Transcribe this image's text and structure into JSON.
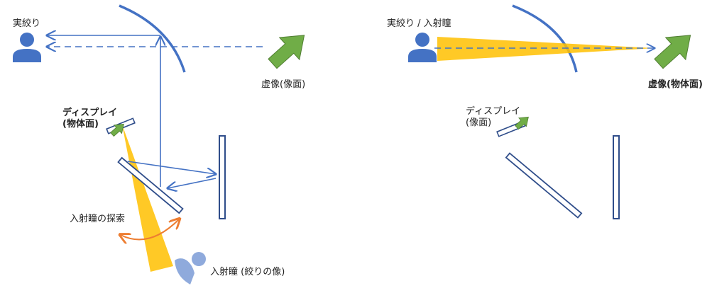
{
  "left": {
    "labels": {
      "real_aperture": "実絞り",
      "virtual_image": "虚像(像面)",
      "display_line1": "ディスプレイ",
      "display_line2": "(物体面)",
      "pupil_search": "入射瞳の探索",
      "entrance_pupil": "入射瞳 (絞りの像)"
    }
  },
  "right": {
    "labels": {
      "aperture_pupil": "実絞り / 入射瞳",
      "virtual_object": "虚像(物体面)",
      "display_line1": "ディスプレイ",
      "display_line2": "(像面)"
    }
  },
  "colors": {
    "ray_blue": "#4472c4",
    "mirror_blue": "#2f4d8a",
    "pupil_yellow": "#ffc000",
    "image_green": "#70ad47",
    "search_orange": "#ed7d31",
    "person_blue": "#4472c4",
    "pupil_ghost": "#8faadc"
  }
}
